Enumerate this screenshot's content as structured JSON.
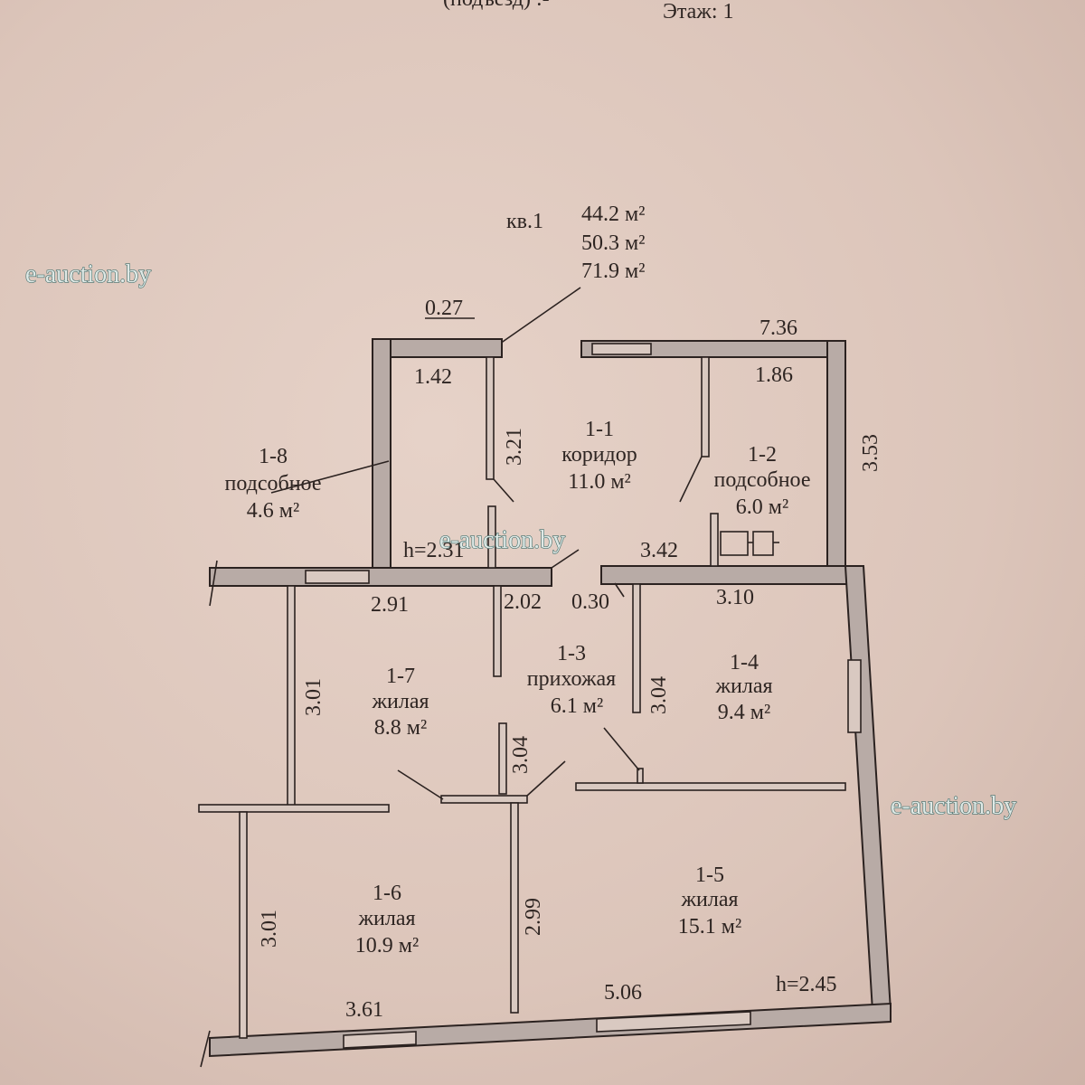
{
  "header": {
    "entrance": "(подъезд) :-",
    "floor": "Этаж: 1"
  },
  "apartment": {
    "label": "кв.1",
    "areas": [
      "44.2 м²",
      "50.3 м²",
      "71.9 м²"
    ]
  },
  "watermark": "e-auction.by",
  "rooms": [
    {
      "id": "1-1",
      "name": "коридор",
      "area": "11.0 м²"
    },
    {
      "id": "1-2",
      "name": "подсобное",
      "area": "6.0 м²"
    },
    {
      "id": "1-3",
      "name": "прихожая",
      "area": "6.1 м²"
    },
    {
      "id": "1-4",
      "name": "жилая",
      "area": "9.4 м²"
    },
    {
      "id": "1-5",
      "name": "жилая",
      "area": "15.1 м²"
    },
    {
      "id": "1-6",
      "name": "жилая",
      "area": "10.9 м²"
    },
    {
      "id": "1-7",
      "name": "жилая",
      "area": "8.8 м²"
    },
    {
      "id": "1-8",
      "name": "подсобное",
      "area": "4.6 м²"
    }
  ],
  "dimensions": {
    "d027": "0.27",
    "d736": "7.36",
    "d142": "1.42",
    "d186": "1.86",
    "d321": "3.21",
    "d353": "3.53",
    "h231": "h=2.31",
    "d342": "3.42",
    "d291": "2.91",
    "d202": "2.02",
    "d030": "0.30",
    "d310": "3.10",
    "d301a": "3.01",
    "d304a": "3.04",
    "d304b": "3.04",
    "d301b": "3.01",
    "d299": "2.99",
    "d361": "3.61",
    "d506": "5.06",
    "h245": "h=2.45"
  }
}
